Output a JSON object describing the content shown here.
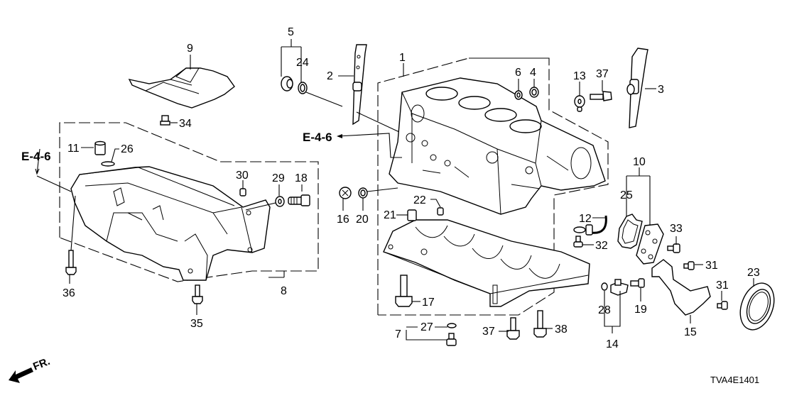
{
  "diagram": {
    "title": "Cylinder block / oil pan parts diagram",
    "diagram_code": "TVA4E1401",
    "direction_label": "FR.",
    "direction_icon": "front-direction-arrow-icon",
    "references": [
      {
        "id": "ref-left",
        "label": "E-4-6"
      },
      {
        "id": "ref-center",
        "label": "E-4-6"
      }
    ],
    "callouts": [
      {
        "num": "1",
        "part": "cylinder-block"
      },
      {
        "num": "2",
        "part": "oil-jet-rail-left"
      },
      {
        "num": "3",
        "part": "oil-jet-rail-right"
      },
      {
        "num": "4",
        "part": "plug-cap"
      },
      {
        "num": "5",
        "part": "plug-set"
      },
      {
        "num": "6",
        "part": "o-ring-small"
      },
      {
        "num": "7",
        "part": "drain-bolt-set"
      },
      {
        "num": "8",
        "part": "oil-pan"
      },
      {
        "num": "9",
        "part": "baffle-plate"
      },
      {
        "num": "10",
        "part": "cover-set"
      },
      {
        "num": "11",
        "part": "dowel-pin"
      },
      {
        "num": "12",
        "part": "pipe-sensor"
      },
      {
        "num": "13",
        "part": "knock-sensor"
      },
      {
        "num": "14",
        "part": "crank-sensor-set"
      },
      {
        "num": "15",
        "part": "bracket"
      },
      {
        "num": "16",
        "part": "plug"
      },
      {
        "num": "17",
        "part": "bearing-cap-bolt"
      },
      {
        "num": "18",
        "part": "oil-pan-bolt-plug"
      },
      {
        "num": "19",
        "part": "sensor-bolt"
      },
      {
        "num": "20",
        "part": "o-ring"
      },
      {
        "num": "21",
        "part": "dowel-pin"
      },
      {
        "num": "22",
        "part": "dowel-pin-small"
      },
      {
        "num": "23",
        "part": "oil-seal"
      },
      {
        "num": "24",
        "part": "o-ring"
      },
      {
        "num": "25",
        "part": "gasket"
      },
      {
        "num": "26",
        "part": "o-ring"
      },
      {
        "num": "27",
        "part": "washer"
      },
      {
        "num": "28",
        "part": "o-ring"
      },
      {
        "num": "29",
        "part": "washer"
      },
      {
        "num": "30",
        "part": "dowel-pin"
      },
      {
        "num": "31",
        "part": "bolt"
      },
      {
        "num": "31",
        "part": "bolt"
      },
      {
        "num": "32",
        "part": "bolt"
      },
      {
        "num": "33",
        "part": "bolt"
      },
      {
        "num": "34",
        "part": "bolt"
      },
      {
        "num": "35",
        "part": "bolt"
      },
      {
        "num": "36",
        "part": "bolt"
      },
      {
        "num": "37",
        "part": "bolt"
      },
      {
        "num": "37",
        "part": "bolt"
      },
      {
        "num": "38",
        "part": "bolt"
      }
    ]
  }
}
